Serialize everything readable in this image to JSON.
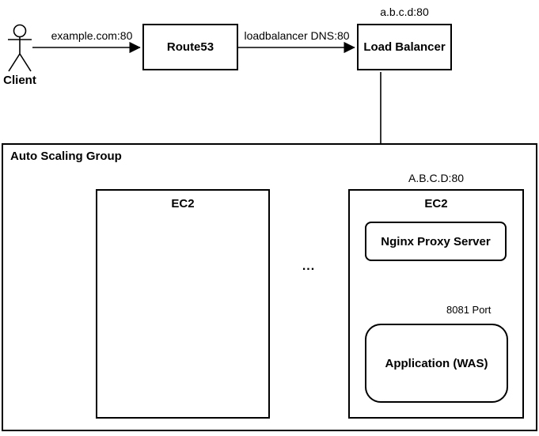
{
  "diagram": {
    "client": {
      "label": "Client"
    },
    "edge_client_route53": {
      "label": "example.com:80"
    },
    "route53": {
      "label": "Route53"
    },
    "edge_route53_lb": {
      "label": "loadbalancer DNS:80"
    },
    "load_balancer": {
      "label": "Load Balancer",
      "address": "a.b.c.d:80"
    },
    "auto_scaling_group": {
      "label": "Auto Scaling Group",
      "ec2_left": {
        "label": "EC2"
      },
      "ellipsis": "...",
      "ec2_right": {
        "label": "EC2",
        "address": "A.B.C.D:80",
        "nginx": {
          "label": "Nginx Proxy Server"
        },
        "edge_nginx_app": {
          "label": "8081 Port"
        },
        "application": {
          "label": "Application (WAS)"
        }
      }
    },
    "colors": {
      "stroke": "#000000",
      "background": "#ffffff"
    }
  }
}
